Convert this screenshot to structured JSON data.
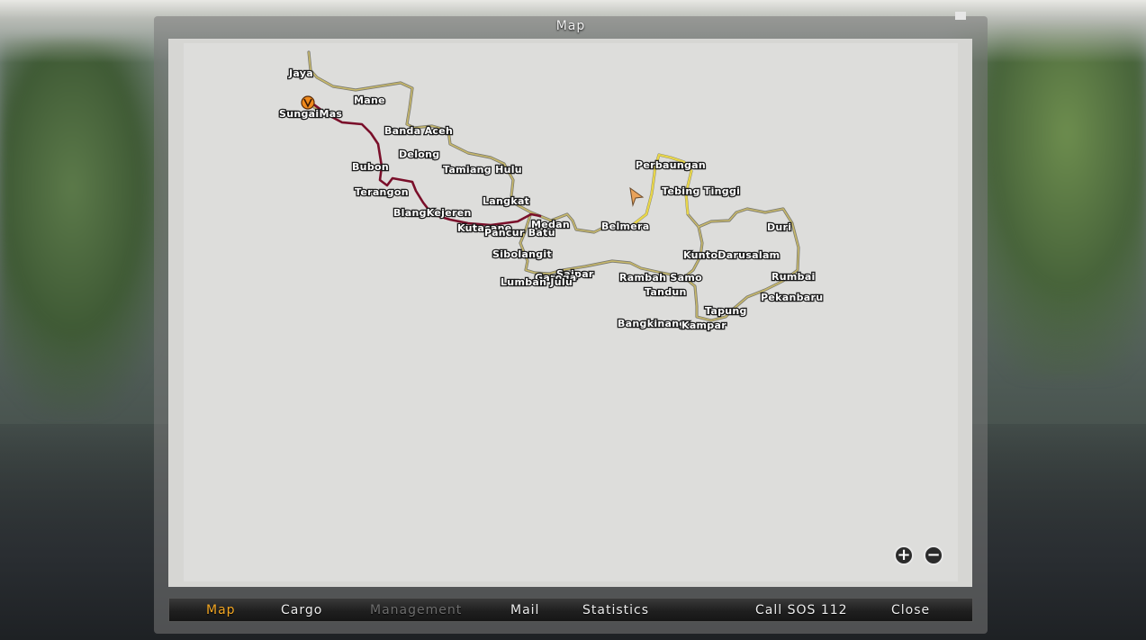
{
  "window": {
    "title": "Map"
  },
  "map": {
    "cities": [
      {
        "name": "Jaya"
      },
      {
        "name": "Mane"
      },
      {
        "name": "SungaiMas"
      },
      {
        "name": "Banda Aceh"
      },
      {
        "name": "Delong"
      },
      {
        "name": "Bubon"
      },
      {
        "name": "Tamiang Hulu"
      },
      {
        "name": "Terangon"
      },
      {
        "name": "Langkat"
      },
      {
        "name": "BlangKejeren"
      },
      {
        "name": "Kutacane"
      },
      {
        "name": "Pancur Batu"
      },
      {
        "name": "Medan"
      },
      {
        "name": "Belmera"
      },
      {
        "name": "Perbaungan"
      },
      {
        "name": "Tebing Tinggi"
      },
      {
        "name": "Sibolangit"
      },
      {
        "name": "Saipar"
      },
      {
        "name": "Garoga"
      },
      {
        "name": "Lumban Julu"
      },
      {
        "name": "Rambah Samo"
      },
      {
        "name": "Tandun"
      },
      {
        "name": "Duri"
      },
      {
        "name": "KuntoDarusalam"
      },
      {
        "name": "Rumbai"
      },
      {
        "name": "Pekanbaru"
      },
      {
        "name": "Tapung"
      },
      {
        "name": "Bangkinang"
      },
      {
        "name": "Kampar"
      }
    ],
    "icons": {
      "player_marker": "player-location-icon",
      "destination_marker": "destination-marker-icon"
    },
    "colors": {
      "road": "#c9b96a",
      "route": "#7a0f2a",
      "player": "#f08a1c"
    },
    "zoom_in_label": "+",
    "zoom_out_label": "−"
  },
  "tabs": [
    {
      "label": "Map",
      "state": "active"
    },
    {
      "label": "Cargo",
      "state": "normal"
    },
    {
      "label": "Management",
      "state": "disabled"
    },
    {
      "label": "Mail",
      "state": "normal"
    },
    {
      "label": "Statistics",
      "state": "normal"
    },
    {
      "label": "Call SOS 112",
      "state": "normal"
    },
    {
      "label": "Close",
      "state": "normal"
    }
  ]
}
